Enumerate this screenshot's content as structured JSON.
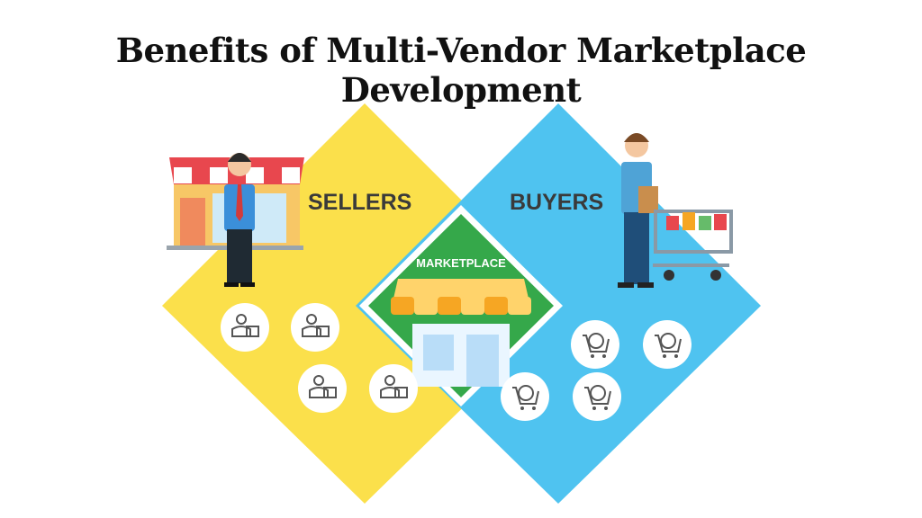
{
  "title": "Benefits of Multi-Vendor Marketplace Development",
  "sellers": {
    "label": "SELLERS",
    "icon": "seller-icon",
    "icon_count": 4
  },
  "buyers": {
    "label": "BUYERS",
    "icon": "buyer-cart-icon",
    "icon_count": 4
  },
  "marketplace": {
    "label": "MARKETPLACE"
  },
  "colors": {
    "sellers_bg": "#FBE04B",
    "buyers_bg": "#4FC3F0",
    "marketplace_bg": "#35A84A",
    "awning_orange": "#F6A623",
    "awning_light": "#FFD36B",
    "shop_awning_red": "#E8474E"
  }
}
